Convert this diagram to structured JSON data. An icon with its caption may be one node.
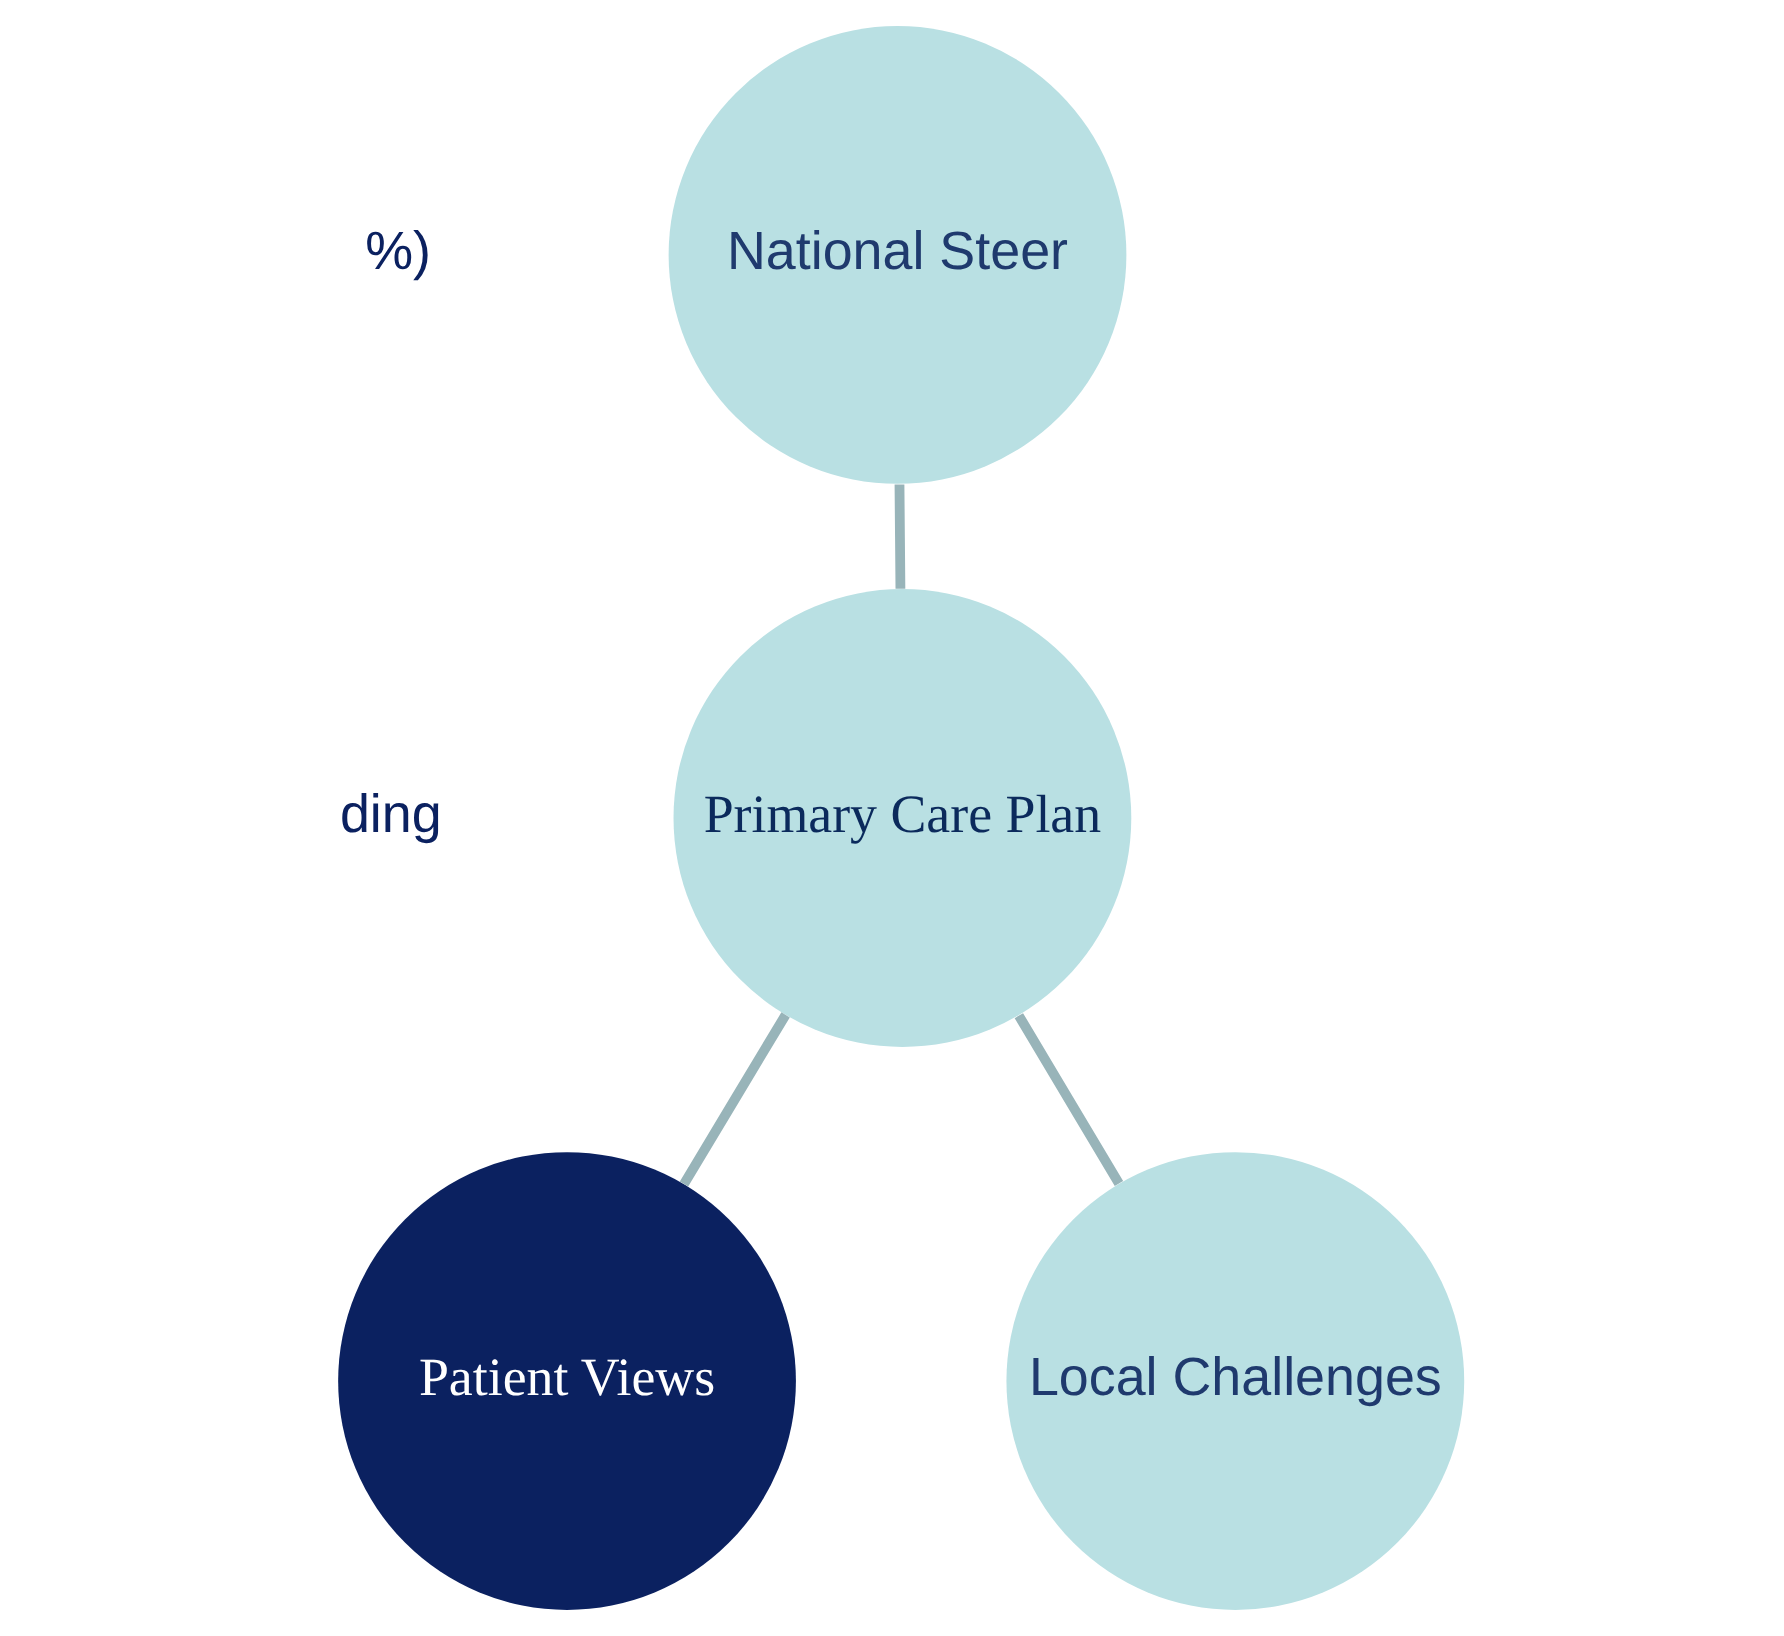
{
  "diagram": {
    "nodes": [
      {
        "text": [
          "National Steer"
        ]
      },
      {
        "text": [
          "Primary Care Plan"
        ]
      },
      {
        "text": [
          "Patient Views"
        ]
      },
      {
        "text": [
          "Local Challenges"
        ]
      }
    ],
    "edges": [
      {
        "from": 0,
        "to": 1,
        "arrow": "none"
      },
      {
        "from": 1,
        "to": 2,
        "arrow": "none"
      },
      {
        "from": 1,
        "to": 3,
        "arrow": "none"
      }
    ],
    "labels": [
      "%)",
      "ding"
    ]
  }
}
